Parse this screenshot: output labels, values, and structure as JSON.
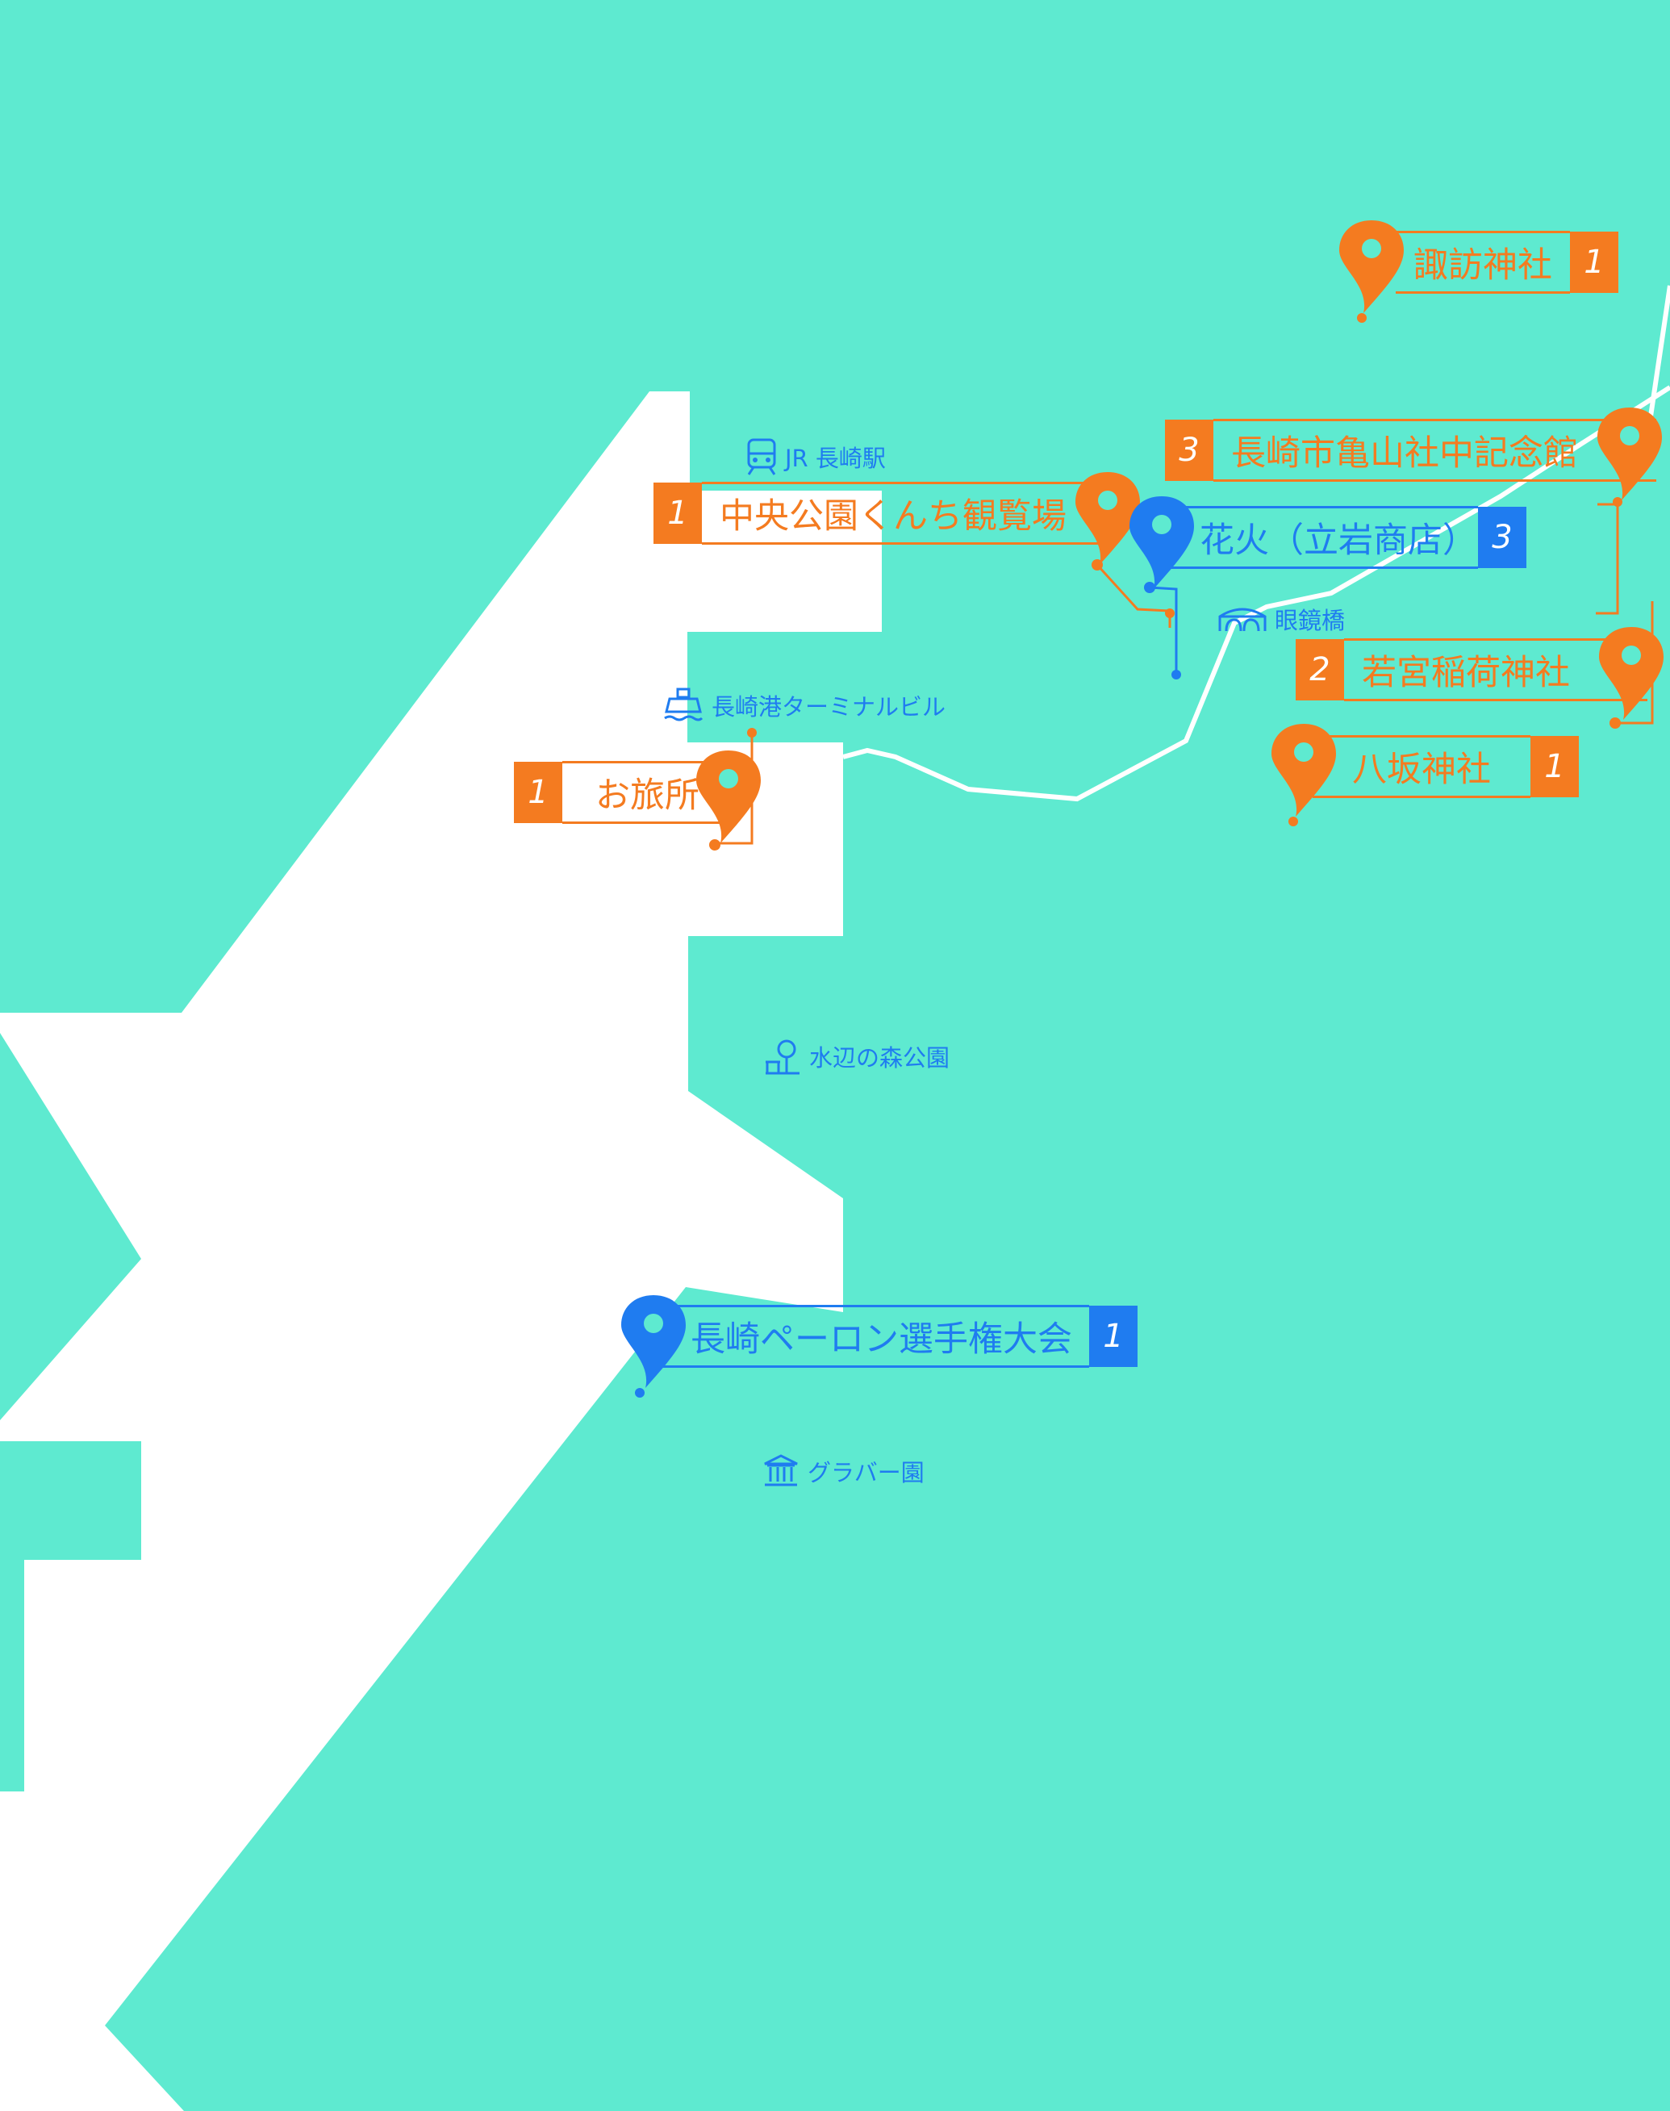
{
  "colors": {
    "sea": "#5eead0",
    "land": "#ffffff",
    "festival_orange": "#f47b20",
    "event_blue": "#1f7cf0"
  },
  "festival_spots": [
    {
      "name": "諏訪神社",
      "count": "1"
    },
    {
      "name": "長崎市亀山社中記念館",
      "count": "3"
    },
    {
      "name": "中央公園くんち観覧場",
      "count": "1"
    },
    {
      "name": "若宮稲荷神社",
      "count": "2"
    },
    {
      "name": "八坂神社",
      "count": "1"
    },
    {
      "name": "お旅所",
      "count": "1"
    }
  ],
  "event_spots": [
    {
      "name": "花火（立岩商店）",
      "count": "3"
    },
    {
      "name": "長崎ペーロン選手権大会",
      "count": "1"
    }
  ],
  "landmarks": [
    {
      "name": "JR 長崎駅",
      "icon": "train-icon"
    },
    {
      "name": "眼鏡橋",
      "icon": "bridge-icon"
    },
    {
      "name": "長崎港ターミナルビル",
      "icon": "ship-icon"
    },
    {
      "name": "水辺の森公園",
      "icon": "park-icon"
    },
    {
      "name": "グラバー園",
      "icon": "museum-icon"
    }
  ]
}
